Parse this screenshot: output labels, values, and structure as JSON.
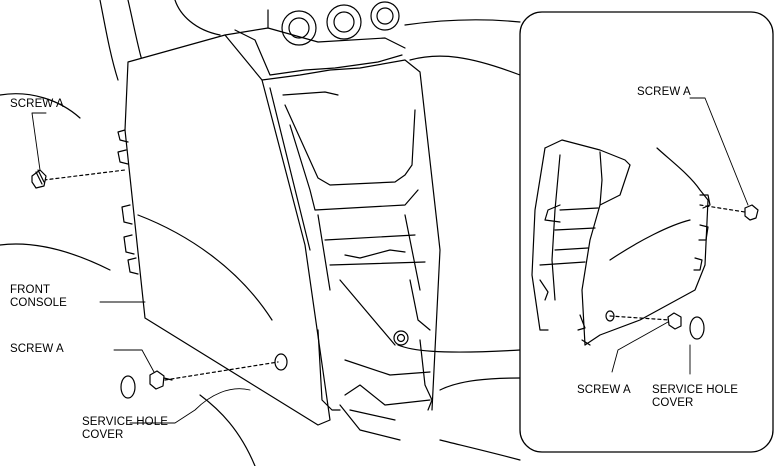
{
  "labels": {
    "screw_a_upper_left": "SCREW A",
    "front_console_line1": "FRONT",
    "front_console_line2": "CONSOLE",
    "screw_a_lower_left": "SCREW A",
    "service_hole_cover_left_line1": "SERVICE HOLE",
    "service_hole_cover_left_line2": "COVER",
    "screw_a_upper_right": "SCREW A",
    "screw_a_lower_right": "SCREW A",
    "service_hole_cover_right_line1": "SERVICE HOLE",
    "service_hole_cover_right_line2": "COVER"
  }
}
